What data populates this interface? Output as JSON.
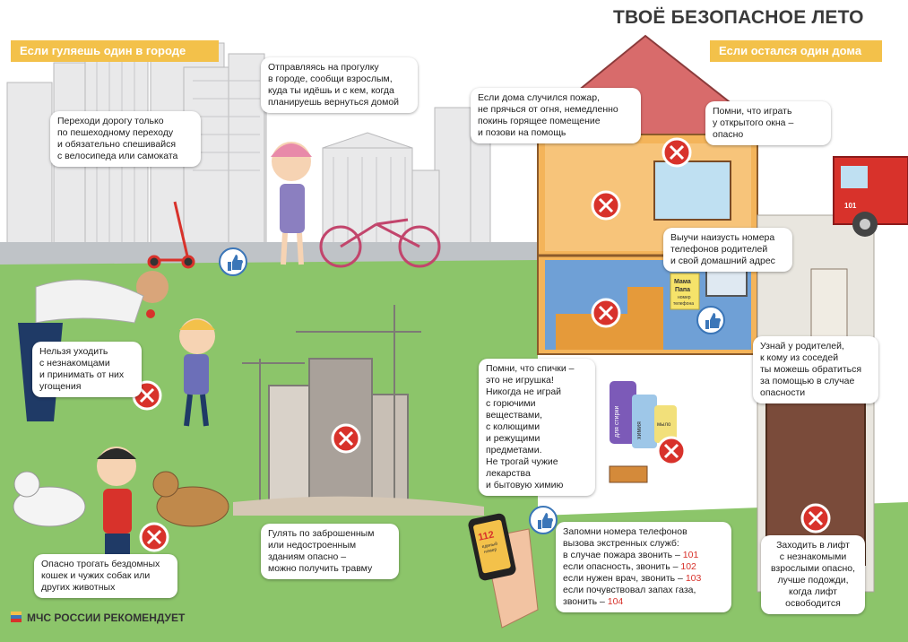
{
  "title": "ТВОЁ БЕЗОПАСНОЕ ЛЕТО",
  "sections": {
    "city": "Если гуляешь один в городе",
    "home": "Если остался один дома"
  },
  "footer": "МЧС РОССИИ РЕКОМЕНДУЕТ",
  "tips": {
    "crossing": [
      "Переходи дорогу только",
      "по пешеходному переходу",
      "и обязательно спешивайся",
      "с велосипеда или самоката"
    ],
    "tell_adults": [
      "Отправляясь на прогулку",
      "в городе, сообщи взрослым,",
      "куда ты идёшь и с кем, когда",
      "планируешь вернуться домой"
    ],
    "strangers": [
      "Нельзя уходить",
      "с незнакомцами",
      "и принимать от них",
      "угощения"
    ],
    "animals": [
      "Опасно трогать бездомных",
      "кошек  и чужих собак или",
      "других животных"
    ],
    "construction": [
      "Гулять по заброшенным",
      "или недостроенным",
      "зданиям  опасно –",
      "можно получить травму"
    ],
    "fire": [
      "Если дома случился пожар,",
      "не прячься от огня, немедленно",
      "покинь горящее помещение",
      "и позови на помощь"
    ],
    "window": [
      "Помни, что играть",
      "у открытого окна –",
      "опасно"
    ],
    "phones": [
      "Выучи наизусть номера",
      "телефонов родителей",
      "и свой домашний адрес"
    ],
    "neighbors": [
      "Узнай у родителей,",
      "к кому из соседей",
      "ты можешь обратиться",
      "за помощью в случае",
      "опасности"
    ],
    "matches": [
      "Помни, что спички –",
      "это не игрушка!",
      "Никогда не играй",
      "с горючими",
      "веществами,",
      "с колющими",
      "и режущими",
      "предметами.",
      "Не трогай чужие",
      "лекарства",
      "и бытовую химию"
    ],
    "elevator": [
      "Заходить в лифт",
      "с незнакомыми",
      "взрослыми опасно,",
      "лучше подожди,",
      "когда лифт",
      "освободится"
    ],
    "emergency": {
      "lines": [
        "Запомни номера  телефонов",
        "вызова экстренных служб:"
      ],
      "numbers": [
        {
          "text": "в случае пожара звонить  – ",
          "num": "101"
        },
        {
          "text": "если опасность, звонить  – ",
          "num": "102"
        },
        {
          "text": "если нужен врач, звонить  – ",
          "num": "103"
        },
        {
          "text": "если почувствовал запах газа,",
          "num": ""
        },
        {
          "text": "звонить  – ",
          "num": "104"
        }
      ]
    }
  },
  "labels": {
    "phone_number": "112",
    "phone_sub1": "единый",
    "phone_sub2": "номер",
    "note_mama": "Мама",
    "note_papa": "Папа",
    "note_phone1": "номер",
    "note_phone2": "телефона",
    "bottle1": "для стирки",
    "bottle2": "химия",
    "bottle3": "мыло",
    "truck_num": "101"
  },
  "colors": {
    "banner": "#f3c14a",
    "grass": "#8cc56a",
    "sky": "#ffffff",
    "warning": "#d8322b",
    "approve": "#3b76b8",
    "house_wall": "#f4b45a",
    "roof": "#d86b6b",
    "accent_red": "#d8322b"
  },
  "icons": [
    "warning-x-icon",
    "thumbs-up-icon",
    "emblem-icon"
  ]
}
